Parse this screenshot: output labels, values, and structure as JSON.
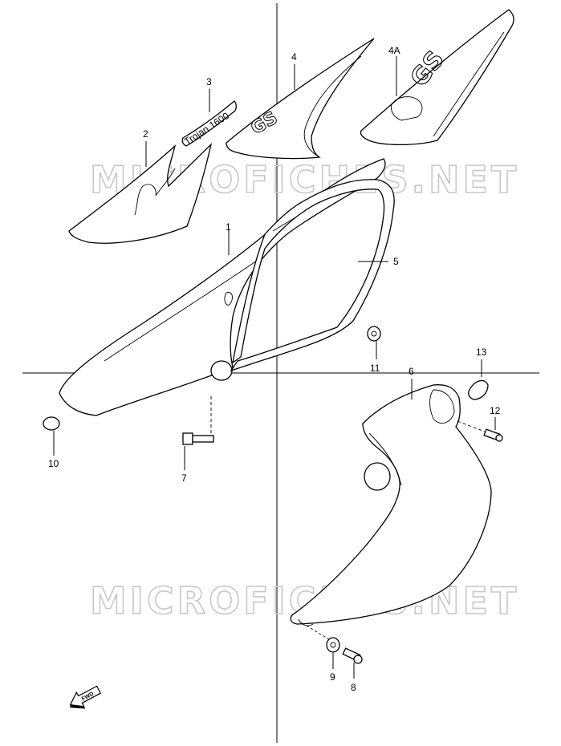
{
  "watermark": "MICROFICHES.NET",
  "decal_texts": {
    "stripe": "Trojan 1600",
    "logo": "GS"
  },
  "fwd_label": "FWD",
  "callouts": [
    {
      "id": "c1",
      "label": "1"
    },
    {
      "id": "c2",
      "label": "2"
    },
    {
      "id": "c3",
      "label": "3"
    },
    {
      "id": "c4",
      "label": "4"
    },
    {
      "id": "c4a",
      "label": "4A"
    },
    {
      "id": "c5",
      "label": "5"
    },
    {
      "id": "c6",
      "label": "6"
    },
    {
      "id": "c7",
      "label": "7"
    },
    {
      "id": "c8",
      "label": "8"
    },
    {
      "id": "c9",
      "label": "9"
    },
    {
      "id": "c10",
      "label": "10"
    },
    {
      "id": "c11",
      "label": "11"
    },
    {
      "id": "c12",
      "label": "12"
    },
    {
      "id": "c13",
      "label": "13"
    }
  ]
}
